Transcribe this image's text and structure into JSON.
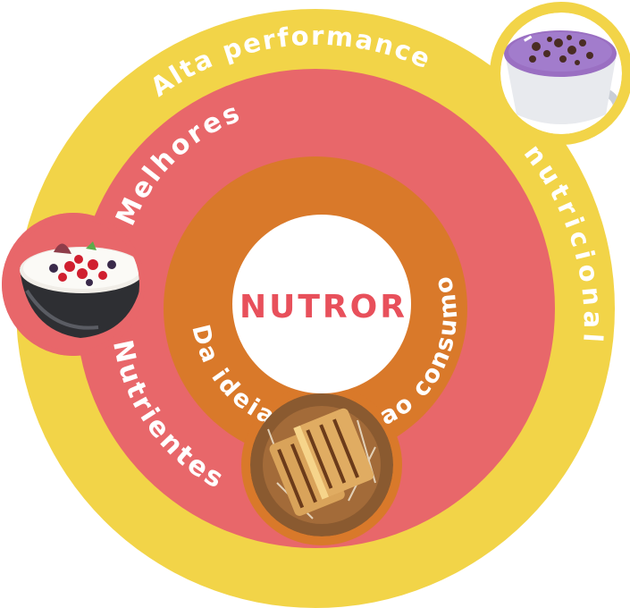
{
  "brand": {
    "name": "NUTROR",
    "color": "#e8505b"
  },
  "rings": {
    "outer": {
      "color": "#f2d448",
      "line1": "Alta  performance",
      "line2": "nutricional"
    },
    "middle": {
      "color": "#e8676a",
      "line1": "Melhores",
      "line2": "Nutrientes"
    },
    "inner": {
      "color": "#d9792a",
      "line1": "Da ideia",
      "line2": "ao consumo"
    },
    "core": {
      "color": "#ffffff"
    }
  },
  "icons": {
    "top_right": "acai-smoothie-cup-icon",
    "left": "yogurt-berries-bowl-icon",
    "bottom": "grilled-sandwich-plate-icon"
  }
}
